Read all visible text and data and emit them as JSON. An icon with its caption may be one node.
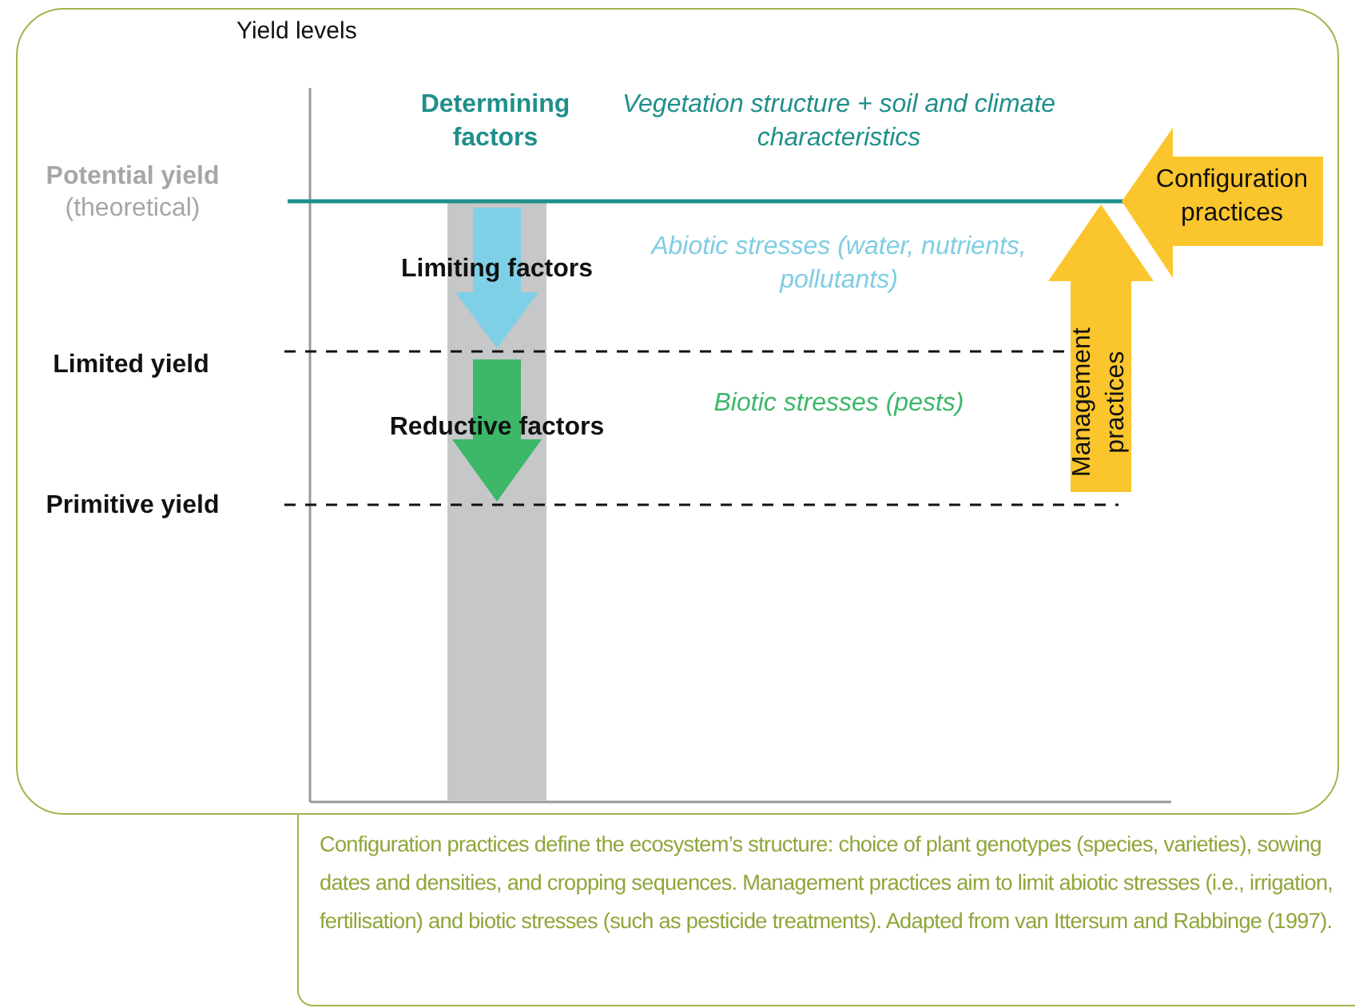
{
  "diagram": {
    "caption": "Configuration practices define the ecosystem’s structure: choice of plant genotypes (species, varieties), sowing dates and densities, and cropping sequences. Management practices aim to limit abiotic stresses (i.e., irrigation, fertilisation) and biotic stresses (such as pesticide treatments). Adapted from van Ittersum and Rabbinge (1997).",
    "nodes": [
      {
        "text": [
          "Configuration practices"
        ]
      },
      {
        "text": [
          "Management practices"
        ]
      }
    ],
    "labels": [
      "Yield levels",
      "Determining factors",
      "Vegetation structure + soil and climate characteristics",
      "Potential yield",
      "(theoretical)",
      "Limiting factors",
      "Abiotic stresses (water, nutrients, pollutants)",
      "Limited yield",
      "Reductive factors",
      "Biotic stresses (pests)",
      "Primitive yield"
    ]
  }
}
